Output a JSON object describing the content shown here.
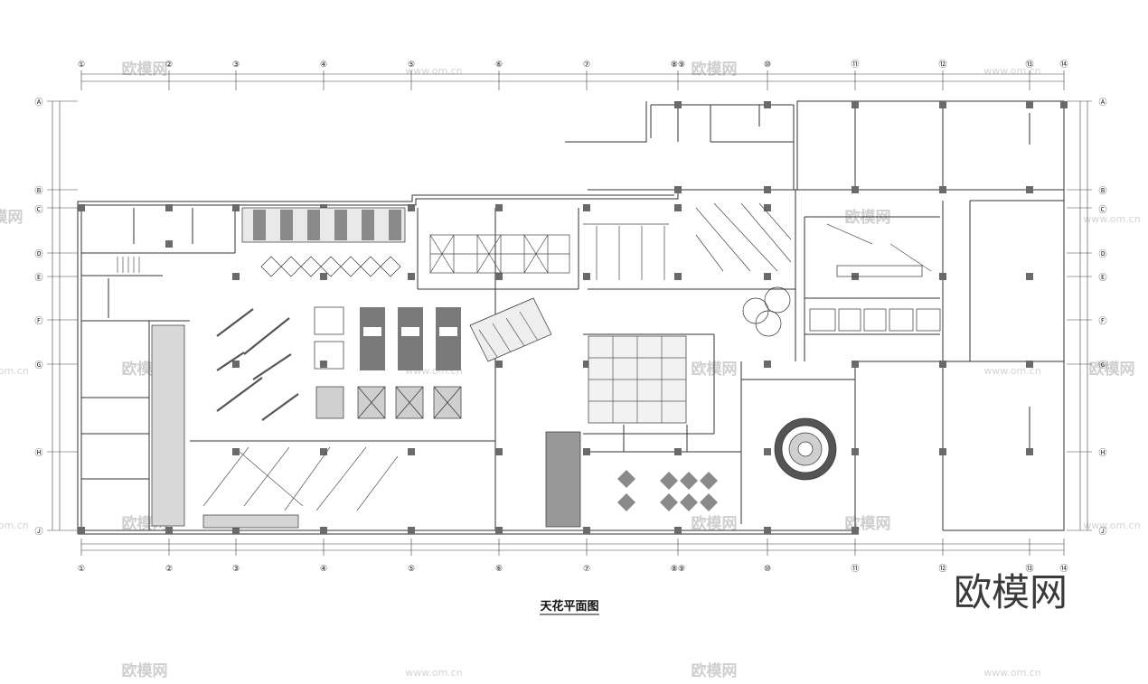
{
  "drawing": {
    "title": "天花平面图",
    "brand": "欧模网"
  },
  "column_axes": [
    "①",
    "②",
    "③",
    "④",
    "⑤",
    "⑥",
    "⑦",
    "⑧⑨",
    "⑩",
    "⑪",
    "⑫",
    "⑬",
    "⑭"
  ],
  "row_axes": [
    "Ⓐ",
    "Ⓑ",
    "Ⓒ",
    "Ⓓ",
    "Ⓔ",
    "Ⓕ",
    "Ⓖ",
    "Ⓗ",
    "Ⓙ"
  ],
  "watermark": {
    "text": "欧模网",
    "url": "www.om.cn"
  }
}
